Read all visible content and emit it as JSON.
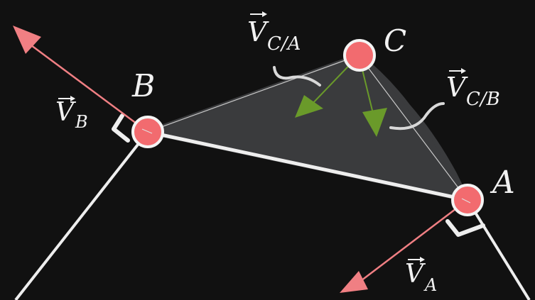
{
  "points": {
    "A": {
      "label": "A"
    },
    "B": {
      "label": "B"
    },
    "C": {
      "label": "C"
    }
  },
  "vectors": {
    "VA": {
      "symbol": "V",
      "sub": "A"
    },
    "VB": {
      "symbol": "V",
      "sub": "B"
    },
    "VCA": {
      "symbol": "V",
      "sub": "C/A"
    },
    "VCB": {
      "symbol": "V",
      "sub": "C/B"
    }
  },
  "colors": {
    "background": "#111111",
    "link": "#eeeeee",
    "triangle_fill": "#3a3b3d",
    "point_fill": "#f26b6f",
    "point_stroke": "#f4f4f4",
    "velocity_arrow": "#f07f83",
    "relative_velocity_arrow": "#6a9a2a"
  }
}
